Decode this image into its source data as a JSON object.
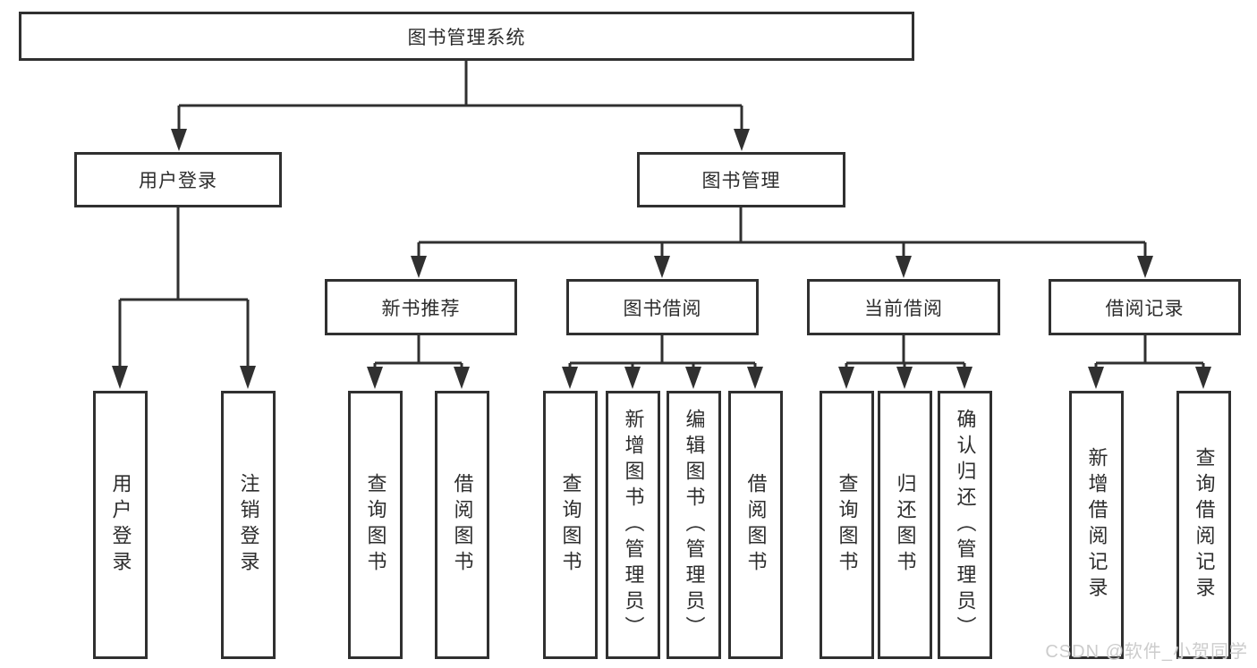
{
  "tree": {
    "root": {
      "label": "图书管理系统"
    },
    "user": {
      "label": "用户登录",
      "children": [
        {
          "label": "用户登录"
        },
        {
          "label": "注销登录"
        }
      ]
    },
    "books": {
      "label": "图书管理",
      "sections": [
        {
          "label": "新书推荐",
          "children": [
            {
              "label": "查询图书"
            },
            {
              "label": "借阅图书"
            }
          ]
        },
        {
          "label": "图书借阅",
          "children": [
            {
              "label": "查询图书"
            },
            {
              "label": "新增图书（管理员）"
            },
            {
              "label": "编辑图书（管理员）"
            },
            {
              "label": "借阅图书"
            }
          ]
        },
        {
          "label": "当前借阅",
          "children": [
            {
              "label": "查询图书"
            },
            {
              "label": "归还图书"
            },
            {
              "label": "确认归还（管理员）"
            }
          ]
        },
        {
          "label": "借阅记录",
          "children": [
            {
              "label": "新增借阅记录"
            },
            {
              "label": "查询借阅记录"
            }
          ]
        }
      ]
    }
  },
  "watermark": "CSDN @软件_小贺同学",
  "colors": {
    "line": "#303030",
    "box_border": "#303030",
    "text": "#2d2d2d",
    "background": "#ffffff",
    "watermark": "#cccccc"
  }
}
